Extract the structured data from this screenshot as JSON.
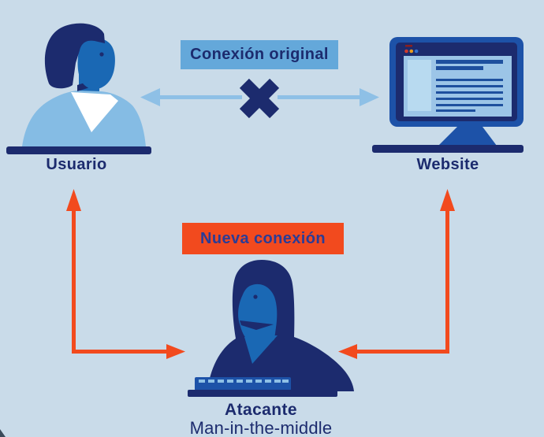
{
  "nodes": {
    "user": {
      "label": "Usuario",
      "icon": "person-user-icon"
    },
    "website": {
      "label": "Website",
      "icon": "monitor-icon"
    },
    "attacker": {
      "label": "Atacante",
      "sublabel": "Man-in-the-middle",
      "icon": "hooded-attacker-icon"
    }
  },
  "connections": {
    "original": {
      "label": "Conexión original",
      "blocked": true,
      "icon": "x-blocked-icon"
    },
    "new": {
      "label": "Nueva conexión"
    }
  },
  "colors": {
    "background": "#c9dbe9",
    "navy": "#1c2b6e",
    "royal": "#1d52a8",
    "face_blue": "#1a68b4",
    "body_blue": "#85bce4",
    "arrow_blue": "#8ec0e6",
    "label_blue": "#64a8da",
    "orange": "#f24a1e",
    "screen": "#9cc5e7",
    "screen_panel": "#b8daf0",
    "screen_line": "#1e509e",
    "new_text": "#2b3c96",
    "dot_red": "#d03a2c",
    "dot_orange": "#e89b1e",
    "dot_blue": "#2f6fd0"
  }
}
